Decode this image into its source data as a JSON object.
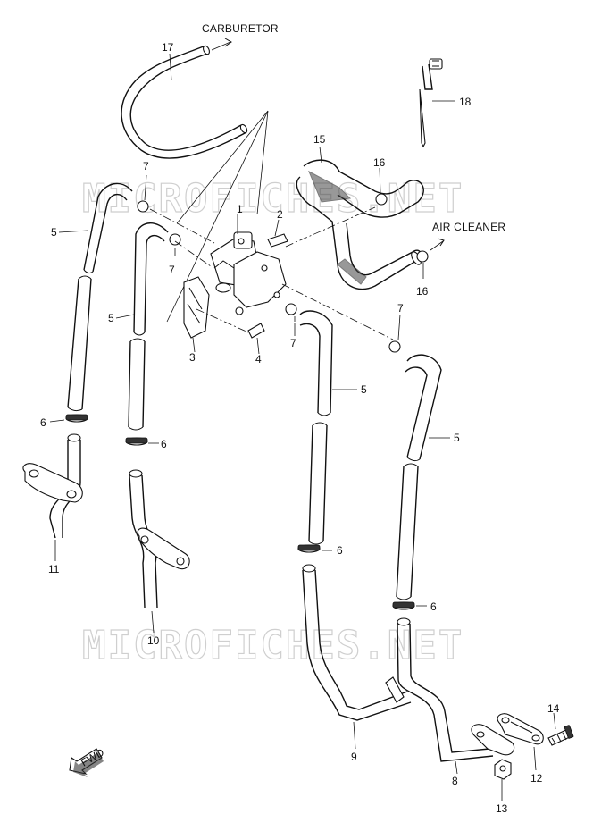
{
  "headings": {
    "carburetor": "CARBURETOR",
    "air_cleaner": "AIR CLEANER"
  },
  "watermark": {
    "top": "MICROFICHES.NET",
    "bottom": "MICROFICHES.NET"
  },
  "fwd_label": "FWD",
  "callouts": {
    "c1": "1",
    "c2": "2",
    "c3": "3",
    "c4": "4",
    "c5a": "5",
    "c5b": "5",
    "c5c": "5",
    "c5d": "5",
    "c6a": "6",
    "c6b": "6",
    "c6c": "6",
    "c6d": "6",
    "c7a": "7",
    "c7b": "7",
    "c7c": "7",
    "c7d": "7",
    "c8": "8",
    "c9": "9",
    "c10": "10",
    "c11": "11",
    "c12": "12",
    "c13": "13",
    "c14": "14",
    "c15": "15",
    "c16a": "16",
    "c16b": "16",
    "c17": "17",
    "c18": "18"
  }
}
